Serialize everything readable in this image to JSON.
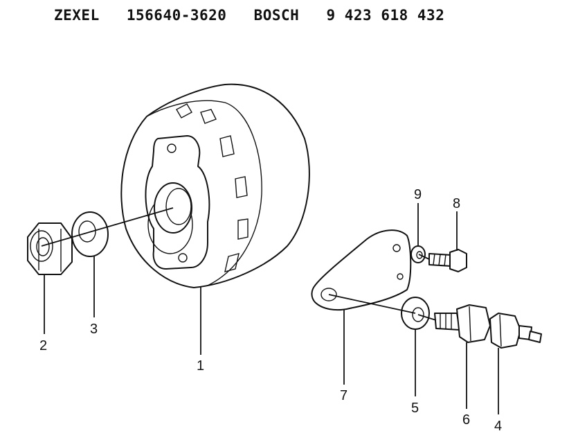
{
  "header": {
    "maker1": "ZEXEL",
    "part_no1": "156640-3620",
    "maker2": "BOSCH",
    "part_no2": "9 423 618 432"
  },
  "callouts": {
    "c1": "1",
    "c2": "2",
    "c3": "3",
    "c4": "4",
    "c5": "5",
    "c6": "6",
    "c7": "7",
    "c8": "8",
    "c9": "9"
  }
}
